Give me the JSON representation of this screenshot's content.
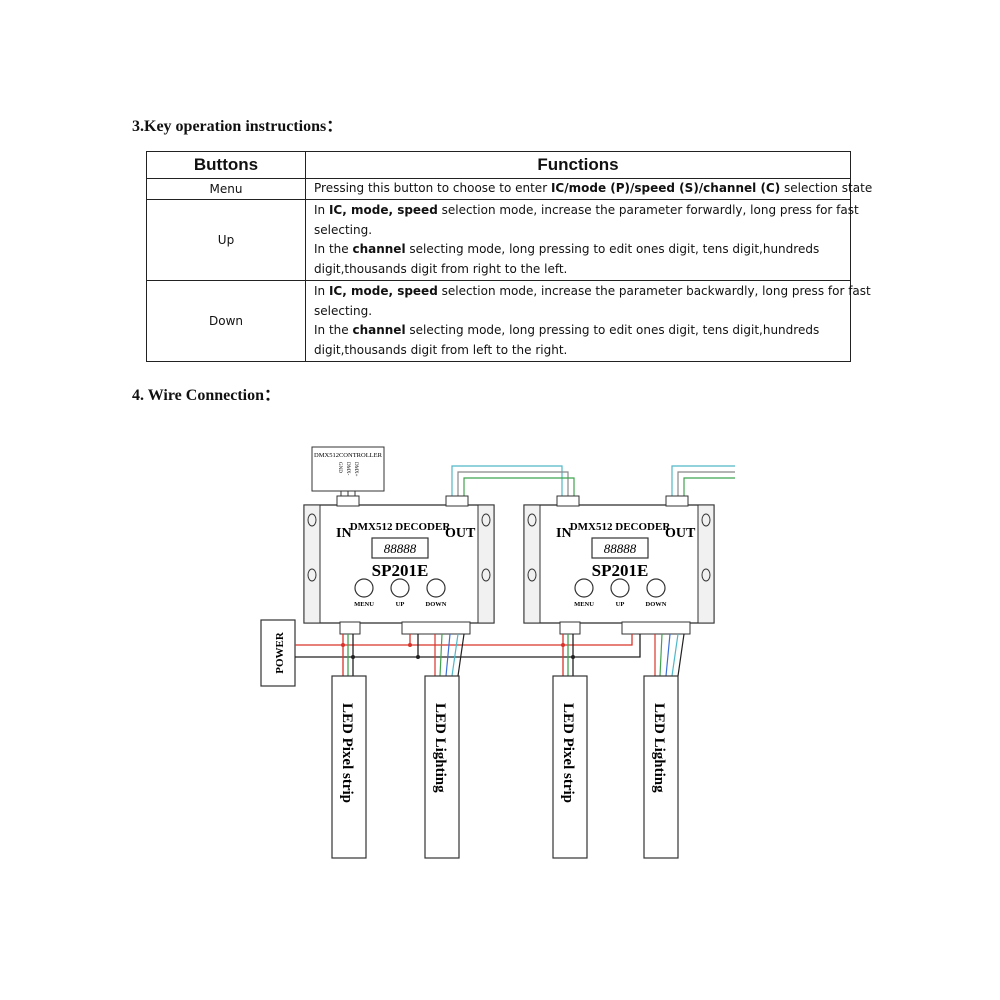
{
  "section3_title": "3.Key operation instructions：",
  "table": {
    "headers": [
      "Buttons",
      "Functions"
    ],
    "rows": [
      {
        "button": "Menu",
        "lines": [
          [
            {
              "t": "Pressing this button to choose to enter ",
              "b": false
            },
            {
              "t": "IC/mode (P)/speed (S)/channel (C)",
              "b": true
            },
            {
              "t": " selection state",
              "b": false
            }
          ]
        ]
      },
      {
        "button": "Up",
        "lines": [
          [
            {
              "t": "In ",
              "b": false
            },
            {
              "t": "IC, mode, speed",
              "b": true
            },
            {
              "t": " selection mode, increase the parameter forwardly, long press for fast",
              "b": false
            }
          ],
          [
            {
              "t": "selecting.",
              "b": false
            }
          ],
          [
            {
              "t": "In the ",
              "b": false
            },
            {
              "t": "channel",
              "b": true
            },
            {
              "t": " selecting mode, long pressing to edit ones digit, tens digit,hundreds",
              "b": false
            }
          ],
          [
            {
              "t": "digit,thousands digit from right to the left.",
              "b": false
            }
          ]
        ]
      },
      {
        "button": "Down",
        "lines": [
          [
            {
              "t": "In ",
              "b": false
            },
            {
              "t": "IC, mode, speed",
              "b": true
            },
            {
              "t": " selection mode, increase the parameter backwardly, long press for fast",
              "b": false
            }
          ],
          [
            {
              "t": "selecting.",
              "b": false
            }
          ],
          [
            {
              "t": "In the ",
              "b": false
            },
            {
              "t": "channel",
              "b": true
            },
            {
              "t": " selecting mode, long pressing to edit ones digit, tens digit,hundreds",
              "b": false
            }
          ],
          [
            {
              "t": "digit,thousands digit from left to the right.",
              "b": false
            }
          ]
        ]
      }
    ]
  },
  "section4_title": "4. Wire Connection：",
  "diagram": {
    "controller_label": "DMX512CONTROLLER",
    "controller_pins": [
      "GND",
      "DMX-",
      "DMX+"
    ],
    "decoder_title": "DMX512 DECODER",
    "decoder_in": "IN",
    "decoder_out": "OUT",
    "display_digits": "88888",
    "model": "SP201E",
    "button_labels": [
      "MENU",
      "UP",
      "DOWN"
    ],
    "power_label": "POWER",
    "strip1_label": "LED Pixel strip",
    "strip2_label": "LED Lighting",
    "wire_colors": {
      "red": "#d9342b",
      "black": "#222222",
      "green": "#3fa34d",
      "blue": "#3a6fd8",
      "cyan": "#4fb8c8",
      "gray": "#888888"
    }
  }
}
